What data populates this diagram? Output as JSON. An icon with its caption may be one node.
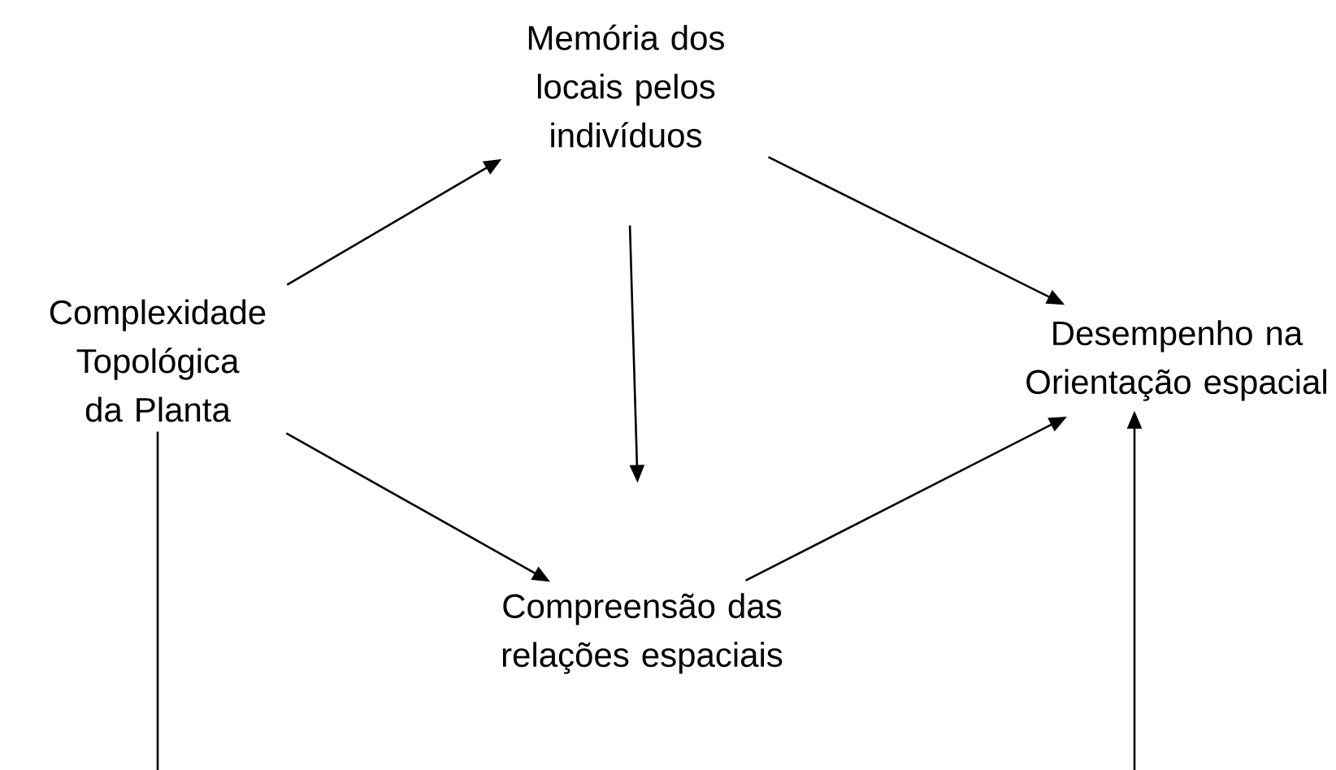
{
  "diagram": {
    "nodes": [
      {
        "text": [
          "Complexidade Topológica da Planta"
        ]
      },
      {
        "text": [
          "Memória dos locais pelos indivíduos"
        ]
      },
      {
        "text": [
          "Desempenho na Orientação espacial"
        ]
      },
      {
        "text": [
          "Compreensão das relações espaciais"
        ]
      }
    ],
    "edges": [
      {
        "from": 0,
        "to": 1,
        "arrow": "to"
      },
      {
        "from": 1,
        "to": 2,
        "arrow": "to"
      },
      {
        "from": 1,
        "to": 3,
        "arrow": "to"
      },
      {
        "from": 0,
        "to": 3,
        "arrow": "to"
      },
      {
        "from": 3,
        "to": 2,
        "arrow": "to"
      },
      {
        "from": 0,
        "to": 2,
        "arrow": "to"
      }
    ]
  }
}
